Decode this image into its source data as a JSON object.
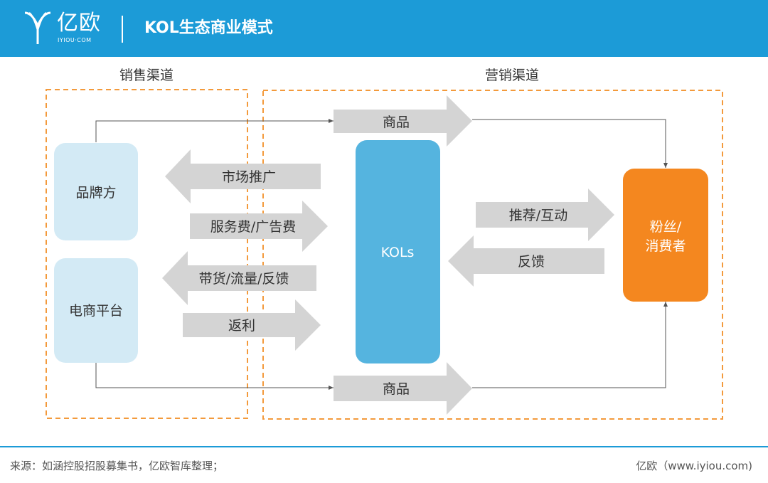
{
  "header": {
    "logo_text": "亿欧",
    "logo_sub": "IYIOU·COM",
    "title": "KOL生态商业模式"
  },
  "regions": {
    "sales": "销售渠道",
    "marketing": "营销渠道"
  },
  "nodes": {
    "brand": "品牌方",
    "ecommerce": "电商平台",
    "kols": "KOLs",
    "fans_line1": "粉丝/",
    "fans_line2": "消费者"
  },
  "arrows": {
    "goods_top": "商品",
    "market_promo": "市场推广",
    "service_fee": "服务费/广告费",
    "sales_traffic": "带货/流量/反馈",
    "rebate": "返利",
    "recommend": "推荐/互动",
    "feedback": "反馈",
    "goods_bottom": "商品"
  },
  "colors": {
    "header": "#1c9bd7",
    "dashed_border": "#f39a3c",
    "light_node": "#d3eaf5",
    "kol_node": "#55b4df",
    "fans_node": "#f4871f",
    "arrow": "#d4d4d4"
  },
  "footer": {
    "source": "来源：如涵控股招股募集书，亿欧智库整理；",
    "brand": "亿欧（www.iyiou.com)"
  }
}
